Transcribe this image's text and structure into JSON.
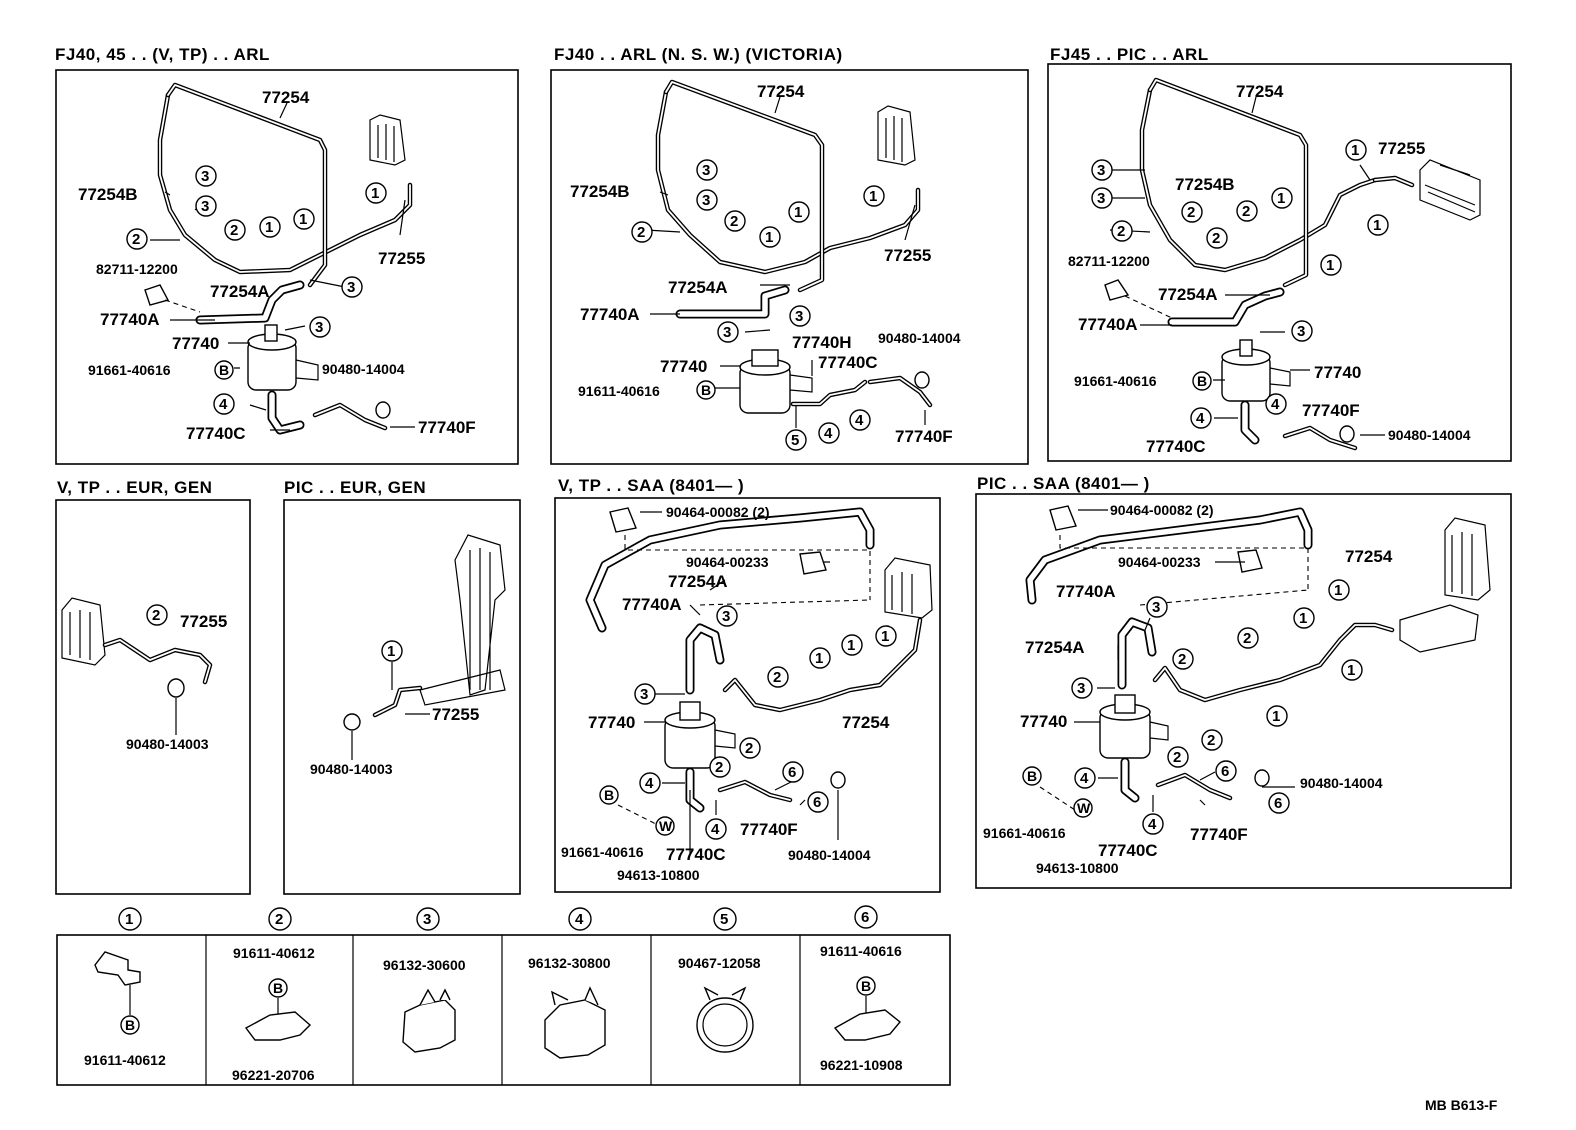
{
  "panels": {
    "p1": {
      "title": "FJ40, 45 . . (V, TP) . . ARL"
    },
    "p2": {
      "title": "FJ40 . . ARL (N. S. W.) (VICTORIA)"
    },
    "p3": {
      "title": "FJ45 . . PIC . . ARL"
    },
    "p4": {
      "title": "V, TP . . EUR, GEN"
    },
    "p5": {
      "title": "PIC . . EUR, GEN"
    },
    "p6": {
      "title": "V, TP . . SAA (8401—       )"
    },
    "p7": {
      "title": "PIC . . SAA (8401—       )"
    }
  },
  "labels": {
    "p1": {
      "a": "77254",
      "b": "77254B",
      "c": "82711-12200",
      "d": "77254A",
      "e": "77740A",
      "f": "77740",
      "g": "91661-40616",
      "h": "90480-14004",
      "i": "77740C",
      "j": "77740F",
      "k": "77255"
    },
    "p2": {
      "a": "77254",
      "b": "77254B",
      "c": "77254A",
      "d": "77740A",
      "e": "77740H",
      "f": "77740",
      "g": "77740C",
      "h": "90480-14004",
      "i": "91611-40616",
      "j": "77740F",
      "k": "77255"
    },
    "p3": {
      "a": "77254",
      "b": "77254B",
      "c": "82711-12200",
      "d": "77254A",
      "e": "77740A",
      "f": "91661-40616",
      "g": "77740",
      "h": "77740F",
      "i": "77740C",
      "j": "90480-14004",
      "k": "77255"
    },
    "p4": {
      "a": "77255",
      "b": "90480-14003"
    },
    "p5": {
      "a": "77255",
      "b": "90480-14003"
    },
    "p6": {
      "a": "90464-00082 (2)",
      "b": "90464-00233",
      "c": "77254A",
      "d": "77740A",
      "e": "77740",
      "f": "77254",
      "g": "77740F",
      "h": "91661-40616",
      "i": "77740C",
      "j": "90480-14004",
      "k": "94613-10800"
    },
    "p7": {
      "a": "90464-00082 (2)",
      "b": "90464-00233",
      "c": "77740A",
      "d": "77254",
      "e": "77254A",
      "f": "77740",
      "g": "90480-14004",
      "h": "77740F",
      "i": "91661-40616",
      "j": "77740C",
      "k": "94613-10800"
    }
  },
  "legend": {
    "c1": {
      "num": "1",
      "top": "",
      "bottom": "91611-40612"
    },
    "c2": {
      "num": "2",
      "top": "91611-40612",
      "bottom": "96221-20706"
    },
    "c3": {
      "num": "3",
      "top": "96132-30600",
      "bottom": ""
    },
    "c4": {
      "num": "4",
      "top": "96132-30800",
      "bottom": ""
    },
    "c5": {
      "num": "5",
      "top": "90467-12058",
      "bottom": ""
    },
    "c6": {
      "num": "6",
      "top": "91611-40616",
      "bottom": "96221-10908"
    }
  },
  "markers": {
    "bolt": "B",
    "washer": "W"
  },
  "footer": {
    "code": "MB  B613-F"
  }
}
